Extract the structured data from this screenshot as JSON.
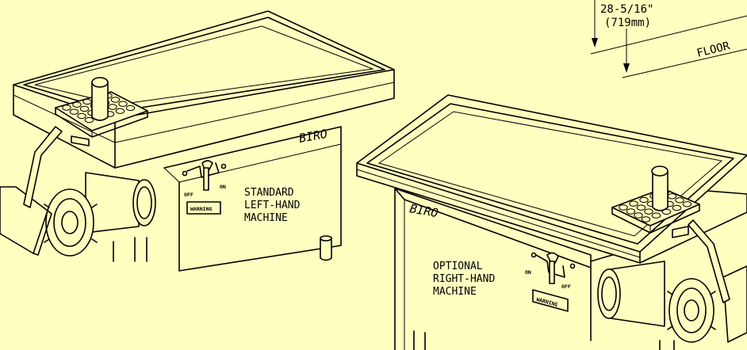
{
  "dimension": {
    "imperial": "28-5/16\"",
    "metric": "(719mm)",
    "floor_label": "FLOOR"
  },
  "standard_machine": {
    "brand": "BIRO",
    "label_lines": [
      "STANDARD",
      "LEFT-HAND",
      "MACHINE"
    ],
    "switch_off": "OFF",
    "switch_on": "ON",
    "warning": "WARNING"
  },
  "optional_machine": {
    "brand": "BIRO",
    "label_lines": [
      "OPTIONAL",
      "RIGHT-HAND",
      "MACHINE"
    ],
    "switch_on": "ON",
    "switch_off": "OFF",
    "warning": "WARNING"
  },
  "colors": {
    "background": "#ffffc0",
    "line": "#000000"
  }
}
